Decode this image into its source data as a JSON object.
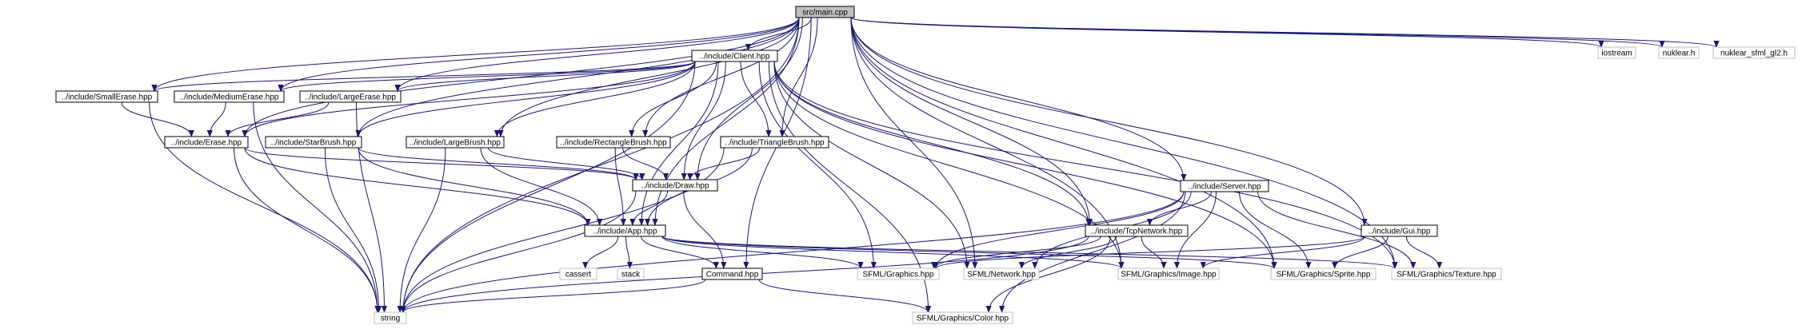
{
  "colors": {
    "edge": "#191970",
    "node_border": "#000000",
    "root_fill": "#bfbfbf",
    "node_fill": "#ffffff",
    "external_border": "#bfbfbf"
  },
  "diagram": {
    "nodes": [
      {
        "id": "main",
        "label": "src/main.cpp",
        "kind": "root"
      },
      {
        "id": "client",
        "label": "../include/Client.hpp",
        "kind": "file"
      },
      {
        "id": "iostream",
        "label": "iostream",
        "kind": "external"
      },
      {
        "id": "nuklear",
        "label": "nuklear.h",
        "kind": "external"
      },
      {
        "id": "nuklear_sfml",
        "label": "nuklear_sfml_gl2.h",
        "kind": "external"
      },
      {
        "id": "smallerase",
        "label": "../include/SmallErase.hpp",
        "kind": "file"
      },
      {
        "id": "mediumerase",
        "label": "../include/MediumErase.hpp",
        "kind": "file"
      },
      {
        "id": "largeerase",
        "label": "../include/LargeErase.hpp",
        "kind": "file"
      },
      {
        "id": "erase",
        "label": "../include/Erase.hpp",
        "kind": "file"
      },
      {
        "id": "starbrush",
        "label": "../include/StarBrush.hpp",
        "kind": "file"
      },
      {
        "id": "largebrush",
        "label": "../include/LargeBrush.hpp",
        "kind": "file"
      },
      {
        "id": "rectbrush",
        "label": "../include/RectangleBrush.hpp",
        "kind": "file"
      },
      {
        "id": "tribrush",
        "label": "../include/TriangleBrush.hpp",
        "kind": "file"
      },
      {
        "id": "draw",
        "label": "../include/Draw.hpp",
        "kind": "file"
      },
      {
        "id": "server",
        "label": "../include/Server.hpp",
        "kind": "file"
      },
      {
        "id": "app",
        "label": "../include/App.hpp",
        "kind": "file"
      },
      {
        "id": "tcpnet",
        "label": "../include/TcpNetwork.hpp",
        "kind": "file"
      },
      {
        "id": "gui",
        "label": "../include/Gui.hpp",
        "kind": "file"
      },
      {
        "id": "cassert",
        "label": "cassert",
        "kind": "external"
      },
      {
        "id": "stack",
        "label": "stack",
        "kind": "external"
      },
      {
        "id": "command",
        "label": "Command.hpp",
        "kind": "file"
      },
      {
        "id": "sfml_graphics",
        "label": "SFML/Graphics.hpp",
        "kind": "external"
      },
      {
        "id": "sfml_network",
        "label": "SFML/Network.hpp",
        "kind": "external"
      },
      {
        "id": "sfml_image",
        "label": "SFML/Graphics/Image.hpp",
        "kind": "external"
      },
      {
        "id": "sfml_sprite",
        "label": "SFML/Graphics/Sprite.hpp",
        "kind": "external"
      },
      {
        "id": "sfml_texture",
        "label": "SFML/Graphics/Texture.hpp",
        "kind": "external"
      },
      {
        "id": "string",
        "label": "string",
        "kind": "external"
      },
      {
        "id": "sfml_color",
        "label": "SFML/Graphics/Color.hpp",
        "kind": "external"
      }
    ],
    "edges": [
      [
        "main",
        "client"
      ],
      [
        "main",
        "iostream"
      ],
      [
        "main",
        "nuklear"
      ],
      [
        "main",
        "nuklear_sfml"
      ],
      [
        "main",
        "smallerase"
      ],
      [
        "main",
        "mediumerase"
      ],
      [
        "main",
        "largeerase"
      ],
      [
        "main",
        "erase"
      ],
      [
        "main",
        "starbrush"
      ],
      [
        "main",
        "largebrush"
      ],
      [
        "main",
        "rectbrush"
      ],
      [
        "main",
        "tribrush"
      ],
      [
        "main",
        "draw"
      ],
      [
        "main",
        "server"
      ],
      [
        "main",
        "app"
      ],
      [
        "main",
        "tcpnet"
      ],
      [
        "main",
        "gui"
      ],
      [
        "main",
        "command"
      ],
      [
        "main",
        "sfml_network"
      ],
      [
        "main",
        "sfml_image"
      ],
      [
        "main",
        "sfml_sprite"
      ],
      [
        "main",
        "sfml_texture"
      ],
      [
        "main",
        "string"
      ],
      [
        "client",
        "smallerase"
      ],
      [
        "client",
        "mediumerase"
      ],
      [
        "client",
        "largeerase"
      ],
      [
        "client",
        "erase"
      ],
      [
        "client",
        "starbrush"
      ],
      [
        "client",
        "largebrush"
      ],
      [
        "client",
        "rectbrush"
      ],
      [
        "client",
        "tribrush"
      ],
      [
        "client",
        "draw"
      ],
      [
        "client",
        "app"
      ],
      [
        "client",
        "tcpnet"
      ],
      [
        "client",
        "sfml_graphics"
      ],
      [
        "client",
        "sfml_network"
      ],
      [
        "client",
        "sfml_image"
      ],
      [
        "client",
        "sfml_sprite"
      ],
      [
        "client",
        "sfml_texture"
      ],
      [
        "client",
        "string"
      ],
      [
        "client",
        "sfml_color"
      ],
      [
        "smallerase",
        "erase"
      ],
      [
        "smallerase",
        "string"
      ],
      [
        "mediumerase",
        "erase"
      ],
      [
        "mediumerase",
        "string"
      ],
      [
        "largeerase",
        "erase"
      ],
      [
        "largeerase",
        "string"
      ],
      [
        "erase",
        "draw"
      ],
      [
        "erase",
        "app"
      ],
      [
        "erase",
        "string"
      ],
      [
        "starbrush",
        "draw"
      ],
      [
        "starbrush",
        "app"
      ],
      [
        "starbrush",
        "string"
      ],
      [
        "largebrush",
        "draw"
      ],
      [
        "largebrush",
        "app"
      ],
      [
        "largebrush",
        "string"
      ],
      [
        "rectbrush",
        "draw"
      ],
      [
        "rectbrush",
        "app"
      ],
      [
        "tribrush",
        "draw"
      ],
      [
        "tribrush",
        "app"
      ],
      [
        "tribrush",
        "string"
      ],
      [
        "draw",
        "app"
      ],
      [
        "draw",
        "command"
      ],
      [
        "draw",
        "string"
      ],
      [
        "app",
        "cassert"
      ],
      [
        "app",
        "stack"
      ],
      [
        "app",
        "command"
      ],
      [
        "app",
        "sfml_graphics"
      ],
      [
        "app",
        "sfml_image"
      ],
      [
        "app",
        "sfml_sprite"
      ],
      [
        "app",
        "sfml_texture"
      ],
      [
        "command",
        "string"
      ],
      [
        "command",
        "sfml_color"
      ],
      [
        "server",
        "tcpnet"
      ],
      [
        "server",
        "sfml_graphics"
      ],
      [
        "server",
        "sfml_network"
      ],
      [
        "server",
        "sfml_image"
      ],
      [
        "server",
        "sfml_sprite"
      ],
      [
        "server",
        "sfml_texture"
      ],
      [
        "server",
        "string"
      ],
      [
        "server",
        "sfml_color"
      ],
      [
        "tcpnet",
        "sfml_graphics"
      ],
      [
        "tcpnet",
        "sfml_network"
      ],
      [
        "tcpnet",
        "sfml_image"
      ],
      [
        "tcpnet",
        "string"
      ],
      [
        "tcpnet",
        "sfml_color"
      ],
      [
        "gui",
        "sfml_graphics"
      ],
      [
        "gui",
        "sfml_image"
      ],
      [
        "gui",
        "sfml_sprite"
      ],
      [
        "gui",
        "sfml_texture"
      ]
    ]
  }
}
